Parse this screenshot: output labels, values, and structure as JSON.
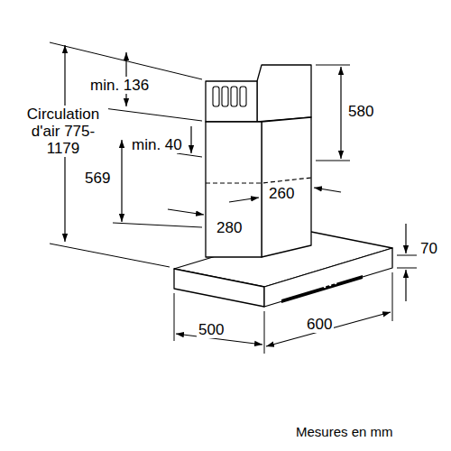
{
  "diagram": {
    "labels": [
      "min. 136",
      "Circulation d'air 775-1179",
      "580",
      "min. 40",
      "569",
      "260",
      "280",
      "70",
      "500",
      "600",
      "Mesures en mm"
    ]
  }
}
